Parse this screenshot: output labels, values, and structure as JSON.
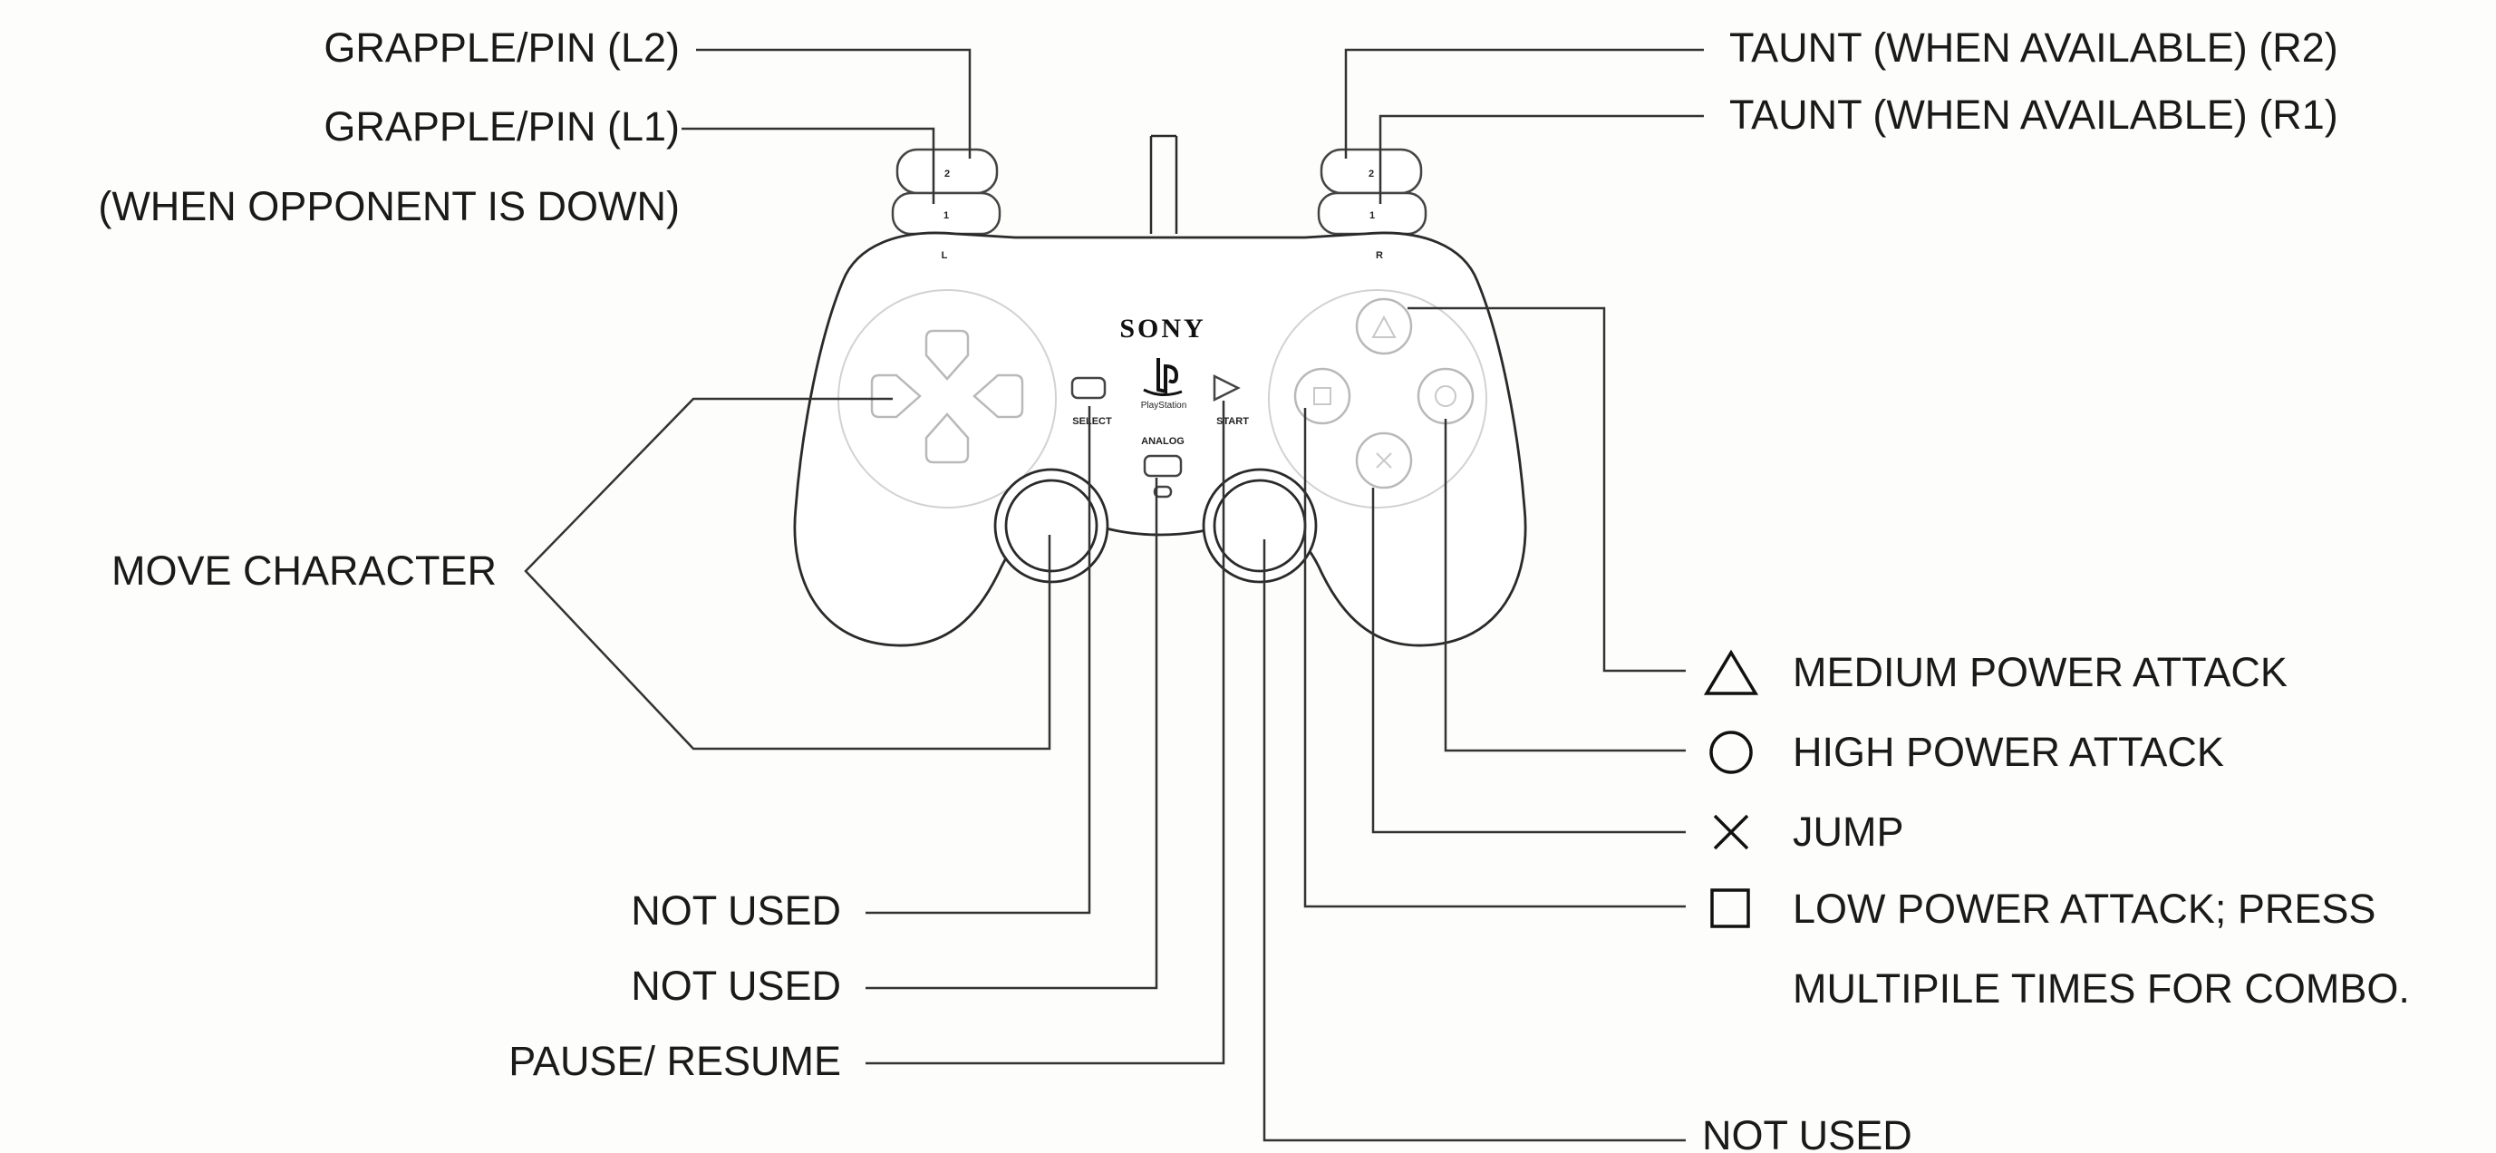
{
  "controller": {
    "brand": "SONY",
    "logo_text": "PlayStation",
    "select_label": "SELECT",
    "start_label": "START",
    "analog_label": "ANALOG",
    "l_label": "L",
    "r_label": "R",
    "l1_mark": "1",
    "l2_mark": "2",
    "r1_mark": "1",
    "r2_mark": "2"
  },
  "labels_left": {
    "l2": "GRAPPLE/PIN (L2)",
    "l1": "GRAPPLE/PIN (L1)",
    "l1_note": "(WHEN OPPONENT IS DOWN)",
    "move": "MOVE CHARACTER",
    "select": "NOT USED",
    "analog": "NOT USED",
    "start": "PAUSE/ RESUME"
  },
  "labels_right": {
    "r2": "TAUNT (WHEN AVAILABLE) (R2)",
    "r1": "TAUNT (WHEN AVAILABLE) (R1)",
    "triangle": "MEDIUM POWER ATTACK",
    "circle": "HIGH POWER ATTACK",
    "cross": "JUMP",
    "square_line1": "LOW POWER ATTACK; PRESS",
    "square_line2": "MULTIPILE TIMES FOR COMBO.",
    "right_stick": "NOT USED"
  },
  "symbols": {
    "triangle": "triangle-icon",
    "circle": "circle-icon",
    "cross": "cross-icon",
    "square": "square-icon"
  }
}
